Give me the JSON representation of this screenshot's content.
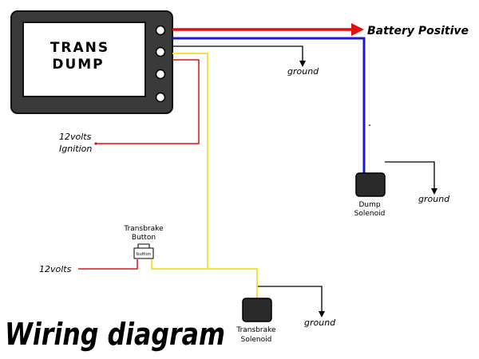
{
  "title": "Wiring diagram",
  "module": {
    "label_line1": "TRANS",
    "label_line2": "DUMP"
  },
  "labels": {
    "battery_positive": "Battery Positive",
    "ground_top": "ground",
    "ignition_line1": "12volts",
    "ignition_line2": "Ignition",
    "button_title_line1": "Transbrake",
    "button_title_line2": "Button",
    "button_text": "button",
    "volts_12": "12volts",
    "dump_solenoid_line1": "Dump",
    "dump_solenoid_line2": "Solenoid",
    "ground_dump": "ground",
    "transbrake_solenoid_line1": "Transbrake",
    "transbrake_solenoid_line2": "Solenoid",
    "ground_transbrake": "ground"
  },
  "colors": {
    "red_wire": "#e01010",
    "blue_wire": "#1a1ad0",
    "yellow_wire": "#f2e23a",
    "black_wire": "#000000",
    "module_body": "#3a3a3a",
    "module_screen": "#ffffff"
  }
}
